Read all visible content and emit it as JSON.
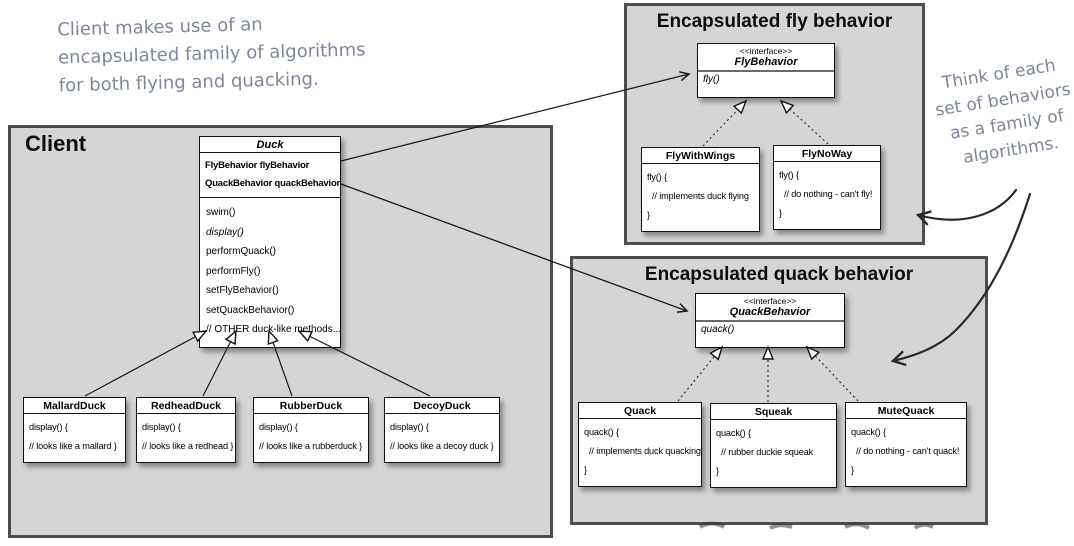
{
  "annotations": {
    "top_left": {
      "lines": [
        "Client makes use of an",
        "encapsulated family of algorithms",
        "for both flying and quacking."
      ]
    },
    "right": {
      "lines": [
        "Think of each",
        "set of behaviors",
        "as a family of",
        "algorithms."
      ]
    }
  },
  "client": {
    "title": "Client",
    "duck": {
      "title": "Duck",
      "attributes": [
        "FlyBehavior flyBehavior",
        "QuackBehavior quackBehavior"
      ],
      "methods": [
        "swim()",
        "display()",
        "performQuack()",
        "performFly()",
        "setFlyBehavior()",
        "setQuackBehavior()",
        "// OTHER duck-like methods..."
      ]
    },
    "subclasses": [
      {
        "title": "MallardDuck",
        "body": [
          "display() {",
          "// looks like a mallard }"
        ]
      },
      {
        "title": "RedheadDuck",
        "body": [
          "display() {",
          "// looks like a redhead }"
        ]
      },
      {
        "title": "RubberDuck",
        "body": [
          "display() {",
          "// looks like a rubberduck }"
        ]
      },
      {
        "title": "DecoyDuck",
        "body": [
          "display() {",
          "// looks like a decoy duck }"
        ]
      }
    ]
  },
  "fly_panel": {
    "title": "Encapsulated fly behavior",
    "interface": {
      "stereotype": "<<interface>>",
      "name": "FlyBehavior",
      "methods": [
        "fly()"
      ]
    },
    "implementations": [
      {
        "title": "FlyWithWings",
        "body": [
          "fly() {",
          "// implements duck flying",
          "}"
        ]
      },
      {
        "title": "FlyNoWay",
        "body": [
          "fly() {",
          "// do nothing - can't fly!",
          "}"
        ]
      }
    ]
  },
  "quack_panel": {
    "title": "Encapsulated quack behavior",
    "interface": {
      "stereotype": "<<interface>>",
      "name": "QuackBehavior",
      "methods": [
        "quack()"
      ]
    },
    "implementations": [
      {
        "title": "Quack",
        "body": [
          "quack() {",
          "// implements duck quacking",
          "}"
        ]
      },
      {
        "title": "Squeak",
        "body": [
          "quack() {",
          "// rubber duckie squeak",
          "}"
        ]
      },
      {
        "title": "MuteQuack",
        "body": [
          "quack() {",
          "// do nothing - can't quack!",
          "}"
        ]
      }
    ]
  },
  "colors": {
    "panel_fill": "#d5d5d5",
    "panel_border": "#4d4d4d",
    "box_border": "#121212",
    "handwriting": "#7d8799",
    "arrow": "#1a1a1a"
  }
}
